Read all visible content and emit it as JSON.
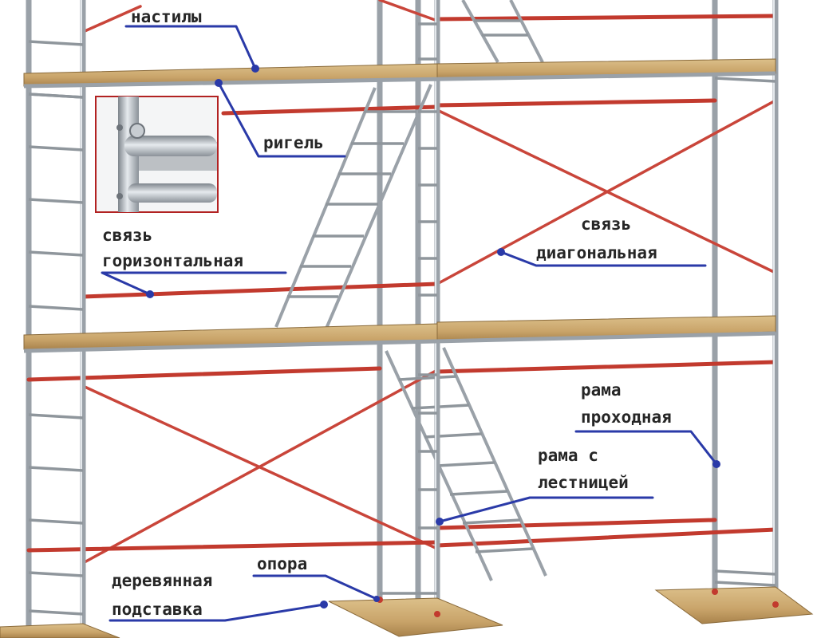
{
  "labels": {
    "nastily": "настилы",
    "rigel": "ригель",
    "svyaz_horizontal_1": "связь",
    "svyaz_horizontal_2": "горизонтальная",
    "svyaz_diagonal_1": "связь",
    "svyaz_diagonal_2": "диагональная",
    "rama_prokhodnaya_1": "рама",
    "rama_prokhodnaya_2": "проходная",
    "rama_s_lestnitsey_1": "рама с",
    "rama_s_lestnitsey_2": "лестницей",
    "opora": "опора",
    "derevyannaya_podstavka_1": "деревянная",
    "derevyannaya_podstavka_2": "подставка"
  },
  "colors": {
    "leader": "#2a3aa8",
    "brace": "#c23a2e",
    "tube": "#9aa1a8",
    "plank": "#c9a46a",
    "inset_border": "#b22222"
  }
}
